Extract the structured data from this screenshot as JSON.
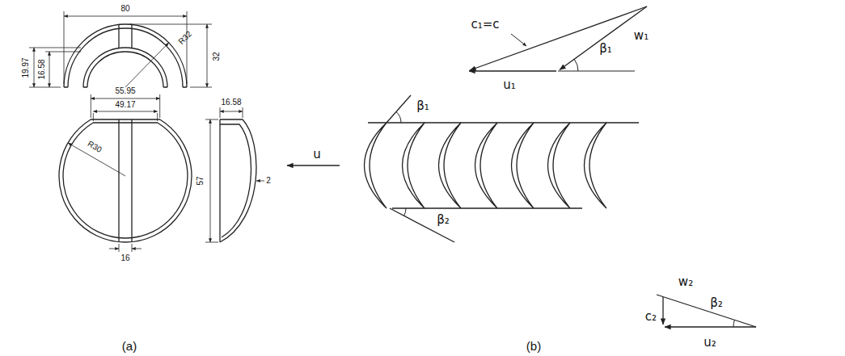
{
  "diagram": {
    "labels": [
      "80",
      "19.97",
      "16.58",
      "32",
      "R32",
      "55.95",
      "49.17",
      "R30",
      "16",
      "16.58",
      "57",
      "2",
      "(a)",
      "(b)",
      "c₁=c",
      "w₁",
      "β₁",
      "u₁",
      "β₁",
      "u",
      "β₂",
      "w₂",
      "β₂",
      "c₂",
      "u₂"
    ]
  }
}
